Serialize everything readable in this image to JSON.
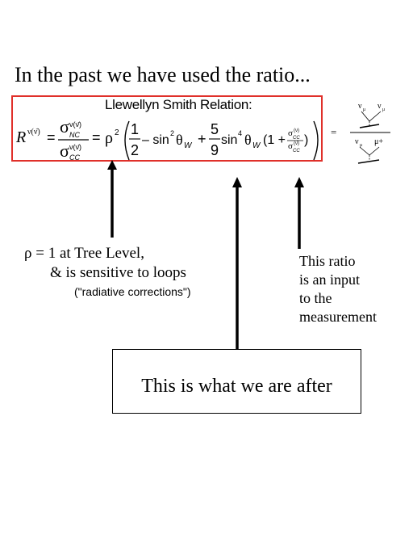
{
  "slide": {
    "heading": "In the past we have used the ratio...",
    "formula": {
      "title": "Llewellyn Smith Relation:",
      "lhs_symbol": "R",
      "lhs_superscript": "ν(ν̄)",
      "sigma": "σ",
      "nc_sub": "NC",
      "cc_sub": "CC",
      "nu_sup": "ν(ν̄)",
      "equals": "=",
      "rho": "ρ",
      "rho_exp": "2",
      "one": "1",
      "two": "2",
      "five": "5",
      "nine": "9",
      "minus_sin": "– sin",
      "sin": "sin",
      "sq_exp": "2",
      "quartic_exp": "4",
      "theta": "θ",
      "w_sub": "W",
      "plus": "+",
      "paren_open": "(1 +",
      "paren_close": ")",
      "small_sigma": "σ",
      "small_sup_top": "(ν)",
      "small_sup_bottom": "(ν̄)",
      "right_equals": "="
    },
    "diagram": {
      "top_left": "ν",
      "top_left_sub": "μ",
      "top_right": "ν",
      "top_right_sub": "μ",
      "bottom_left": "ν",
      "bottom_left_sub": "μ",
      "bottom_right": "μ+"
    },
    "rho_note": {
      "line1": "ρ = 1 at Tree Level,",
      "line2": "& is sensitive to loops",
      "line3": "(\"radiative corrections\")"
    },
    "ratio_note": {
      "line1": "This ratio",
      "line2": "is an input",
      "line3": "to the",
      "line4": "measurement"
    },
    "target": {
      "text": "This is what we are after"
    },
    "colors": {
      "box_border": "#e0302a",
      "text": "#000000"
    }
  }
}
